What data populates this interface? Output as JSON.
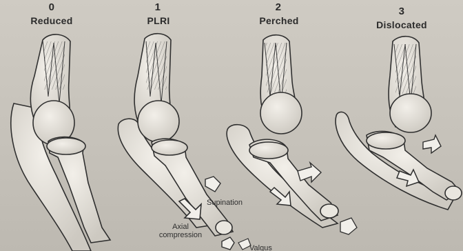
{
  "stages": [
    {
      "number": "0",
      "title": "Reduced"
    },
    {
      "number": "1",
      "title": "PLRI"
    },
    {
      "number": "2",
      "title": "Perched"
    },
    {
      "number": "3",
      "title": "Dislocated"
    }
  ],
  "annotations": {
    "supination": "Supination",
    "axial_line1": "Axial",
    "axial_line2": "compression",
    "valgus": "Valgus"
  },
  "colors": {
    "background": "#c9c5bd",
    "bone_fill": "#e9e6df",
    "ink": "#2f2f2f"
  }
}
